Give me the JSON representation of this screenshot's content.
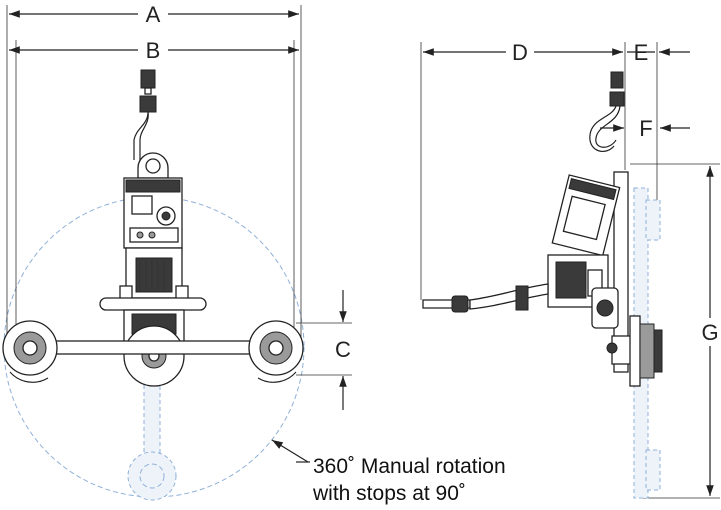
{
  "dimensions": {
    "a": "A",
    "b": "B",
    "c": "C",
    "d": "D",
    "e": "E",
    "f": "F",
    "g": "G"
  },
  "note": {
    "line1": "360˚  Manual rotation",
    "line2": "with stops at 90˚"
  },
  "colors": {
    "ghost": "#8fb0d8",
    "line": "#222222"
  }
}
